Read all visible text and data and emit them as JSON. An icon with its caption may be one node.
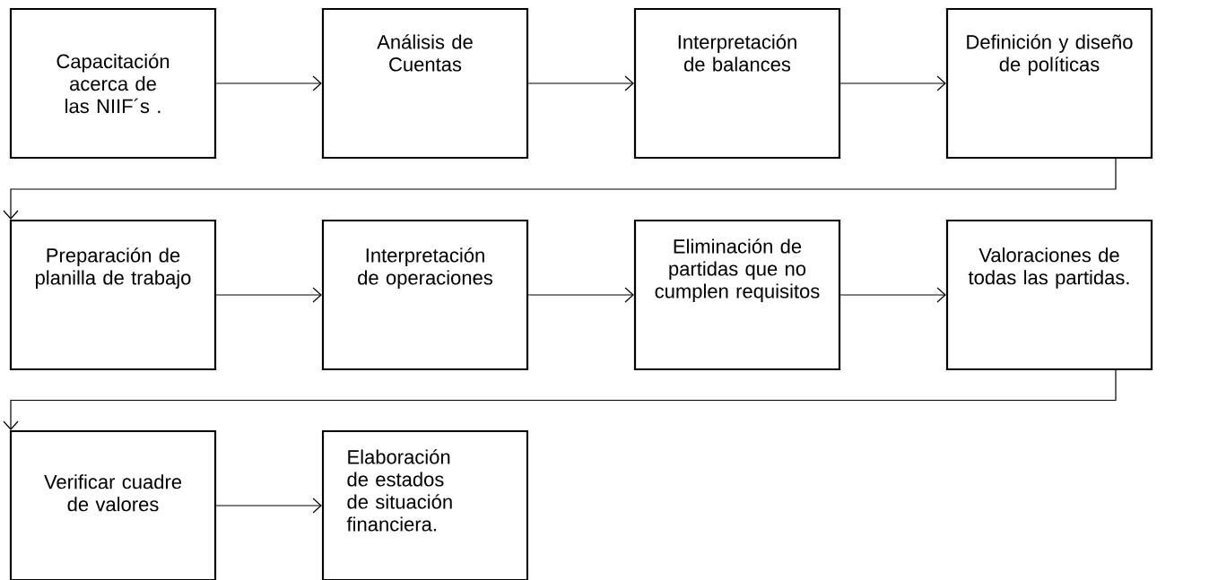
{
  "diagram": {
    "nodes": [
      {
        "text": [
          "Capacitación acerca de las NIIF´s ."
        ]
      },
      {
        "text": [
          "Análisis de Cuentas"
        ]
      },
      {
        "text": [
          "Interpretación de balances"
        ]
      },
      {
        "text": [
          "Definición y diseño de políticas"
        ]
      },
      {
        "text": [
          "Preparación de planilla  de trabajo"
        ]
      },
      {
        "text": [
          "Interpretación de operaciones"
        ]
      },
      {
        "text": [
          "Eliminación  de partidas que no cumplen requisitos"
        ]
      },
      {
        "text": [
          "Valoraciones de todas las partidas."
        ]
      },
      {
        "text": [
          "Verificar cuadre de valores"
        ]
      },
      {
        "text": [
          "Elaboración de estados de situación financiera."
        ]
      }
    ],
    "edges": [
      {
        "from": 0,
        "to": 1,
        "arrow": "to"
      },
      {
        "from": 1,
        "to": 2,
        "arrow": "to"
      },
      {
        "from": 2,
        "to": 3,
        "arrow": "to"
      },
      {
        "from": 3,
        "to": 4,
        "arrow": "to"
      },
      {
        "from": 4,
        "to": 5,
        "arrow": "to"
      },
      {
        "from": 5,
        "to": 6,
        "arrow": "to"
      },
      {
        "from": 6,
        "to": 7,
        "arrow": "to"
      },
      {
        "from": 7,
        "to": 8,
        "arrow": "to"
      },
      {
        "from": 8,
        "to": 9,
        "arrow": "to"
      }
    ]
  }
}
